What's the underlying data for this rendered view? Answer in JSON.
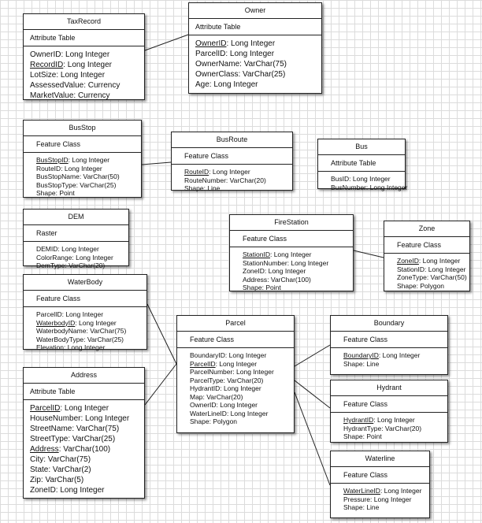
{
  "entities": {
    "taxrecord": {
      "name": "TaxRecord",
      "kind": "Attribute Table",
      "attributes": [
        {
          "name": "OwnerID",
          "type": ": Long Integer",
          "key": false
        },
        {
          "name": "RecordID",
          "type": ": Long Integer",
          "key": true
        },
        {
          "name": "LotSize",
          "type": ": Long Integer",
          "key": false
        },
        {
          "name": "AssessedValue",
          "type": ": Currency",
          "key": false
        },
        {
          "name": "MarketValue",
          "type": ": Currency",
          "key": false
        }
      ]
    },
    "owner": {
      "name": "Owner",
      "kind": "Attribute Table",
      "attributes": [
        {
          "name": "OwnerID",
          "type": ": Long Integer",
          "key": true
        },
        {
          "name": "ParcelID",
          "type": ": Long Integer",
          "key": false
        },
        {
          "name": "OwnerName",
          "type": ": VarChar(75)",
          "key": false
        },
        {
          "name": "OwnerClass",
          "type": ": VarChar(25)",
          "key": false
        },
        {
          "name": "Age",
          "type": ": Long Integer",
          "key": false
        }
      ]
    },
    "busstop": {
      "name": "BusStop",
      "kind": "Feature Class",
      "attributes": [
        {
          "name": "BusStopID",
          "type": ": Long Integer",
          "key": true
        },
        {
          "name": "RouteID",
          "type": ": Long Integer",
          "key": false
        },
        {
          "name": "BusStopName",
          "type": ": VarChar(50)",
          "key": false
        },
        {
          "name": "BusStopType",
          "type": ": VarChar(25)",
          "key": false
        },
        {
          "name": "Shape",
          "type": ": Point",
          "key": false
        }
      ]
    },
    "busroute": {
      "name": "BusRoute",
      "kind": "Feature Class",
      "attributes": [
        {
          "name": "RouteID",
          "type": ": Long Integer",
          "key": true
        },
        {
          "name": "RouteNumber",
          "type": ": VarChar(20)",
          "key": false
        },
        {
          "name": "Shape",
          "type": ": Line",
          "key": false
        }
      ]
    },
    "bus": {
      "name": "Bus",
      "kind": "Attribute Table",
      "attributes": [
        {
          "name": "BusID",
          "type": ": Long Integer",
          "key": false
        },
        {
          "name": "BusNumber",
          "type": ": Long Integer",
          "key": false
        }
      ]
    },
    "dem": {
      "name": "DEM",
      "kind": "Raster",
      "attributes": [
        {
          "name": "DEMID",
          "type": ": Long Integer",
          "key": false
        },
        {
          "name": "ColorRange",
          "type": ": Long Integer",
          "key": false
        },
        {
          "name": "DemType",
          "type": ": VarChar(20)",
          "key": false
        }
      ]
    },
    "firestation": {
      "name": "FireStation",
      "kind": "Feature Class",
      "attributes": [
        {
          "name": "StationID",
          "type": ": Long Integer",
          "key": true
        },
        {
          "name": "StationNumber",
          "type": ": Long Integer",
          "key": false
        },
        {
          "name": "ZoneID",
          "type": ": Long Integer",
          "key": false
        },
        {
          "name": "Address",
          "type": ": VarChar(100)",
          "key": false
        },
        {
          "name": "Shape",
          "type": ": Point",
          "key": false
        }
      ]
    },
    "zone": {
      "name": "Zone",
      "kind": "Feature Class",
      "attributes": [
        {
          "name": "ZoneID",
          "type": ": Long Integer",
          "key": true
        },
        {
          "name": "StationID",
          "type": ": Long Integer",
          "key": false
        },
        {
          "name": "ZoneType",
          "type": ": VarChar(50)",
          "key": false
        },
        {
          "name": "Shape",
          "type": ": Polygon",
          "key": false
        }
      ]
    },
    "waterbody": {
      "name": "WaterBody",
      "kind": "Feature Class",
      "attributes": [
        {
          "name": "ParcelID",
          "type": ": Long Integer",
          "key": false
        },
        {
          "name": "WaterbodyID",
          "type": ": Long Integer",
          "key": true
        },
        {
          "name": "WaterbodyName",
          "type": ": VarChar(75)",
          "key": false
        },
        {
          "name": "WaterBodyType",
          "type": ": VarChar(25)",
          "key": false
        },
        {
          "name": "Elevation",
          "type": ": Long Integer",
          "key": false
        }
      ]
    },
    "parcel": {
      "name": "Parcel",
      "kind": "Feature Class",
      "attributes": [
        {
          "name": "BoundaryID",
          "type": ": Long Integer",
          "key": false
        },
        {
          "name": "ParcelID",
          "type": ": Long Integer",
          "key": true
        },
        {
          "name": "ParcelNumber",
          "type": ": Long Integer",
          "key": false
        },
        {
          "name": "ParcelType",
          "type": ": VarChar(20)",
          "key": false
        },
        {
          "name": "HydrantID",
          "type": ": Long Integer",
          "key": false
        },
        {
          "name": "Map",
          "type": ": VarChar(20)",
          "key": false
        },
        {
          "name": "OwnerID",
          "type": ": Long Integer",
          "key": false
        },
        {
          "name": "WaterLineID",
          "type": ": Long Integer",
          "key": false
        },
        {
          "name": "Shape",
          "type": ": Polygon",
          "key": false
        }
      ]
    },
    "boundary": {
      "name": "Boundary",
      "kind": "Feature Class",
      "attributes": [
        {
          "name": "BoundaryID",
          "type": ": Long Integer",
          "key": true
        },
        {
          "name": "Shape",
          "type": ": Line",
          "key": false
        }
      ]
    },
    "hydrant": {
      "name": "Hydrant",
      "kind": "Feature Class",
      "attributes": [
        {
          "name": "HydrantID",
          "type": ": Long Integer",
          "key": true
        },
        {
          "name": "HydrantType",
          "type": ": VarChar(20)",
          "key": false
        },
        {
          "name": "Shape",
          "type": ": Point",
          "key": false
        }
      ]
    },
    "address": {
      "name": "Address",
      "kind": "Attribute Table",
      "attributes": [
        {
          "name": "ParcelID",
          "type": ": Long Integer",
          "key": true
        },
        {
          "name": "HouseNumber",
          "type": ": Long Integer",
          "key": false
        },
        {
          "name": "StreetName",
          "type": ": VarChar(75)",
          "key": false
        },
        {
          "name": "StreetType",
          "type": ": VarChar(25)",
          "key": false
        },
        {
          "name": "Address",
          "type": ": VarChar(100)",
          "key": true
        },
        {
          "name": "City",
          "type": ": VarChar(75)",
          "key": false
        },
        {
          "name": "State",
          "type": ": VarChar(2)",
          "key": false
        },
        {
          "name": "Zip",
          "type": ": VarChar(5)",
          "key": false
        },
        {
          "name": "ZoneID",
          "type": ": Long Integer",
          "key": false
        }
      ]
    },
    "waterline": {
      "name": "Waterline",
      "kind": "Feature Class",
      "attributes": [
        {
          "name": "WaterLineID",
          "type": ": Long Integer",
          "key": true
        },
        {
          "name": "Pressure",
          "type": ": Long Integer",
          "key": false
        },
        {
          "name": "Shape",
          "type": ": Line",
          "key": false
        }
      ]
    }
  }
}
